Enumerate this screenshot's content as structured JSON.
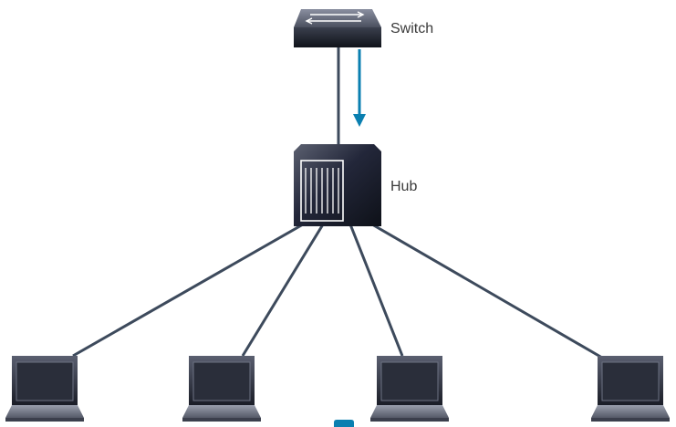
{
  "diagram": {
    "switch": {
      "label": "Switch",
      "icon": "network-switch-icon"
    },
    "hub": {
      "label": "Hub",
      "icon": "network-hub-icon"
    },
    "laptops": [
      {
        "icon": "laptop-icon"
      },
      {
        "icon": "laptop-icon"
      },
      {
        "icon": "laptop-icon"
      },
      {
        "icon": "laptop-icon"
      }
    ],
    "arrow": {
      "direction": "down",
      "from": "switch",
      "to": "hub",
      "color": "#0a7fb0"
    },
    "colors": {
      "link": "#3d4a5c",
      "device_dark": "#1b1f2a",
      "device_light": "#6c7183",
      "arrow": "#0a7fb0",
      "label": "#3a3a3a"
    }
  }
}
